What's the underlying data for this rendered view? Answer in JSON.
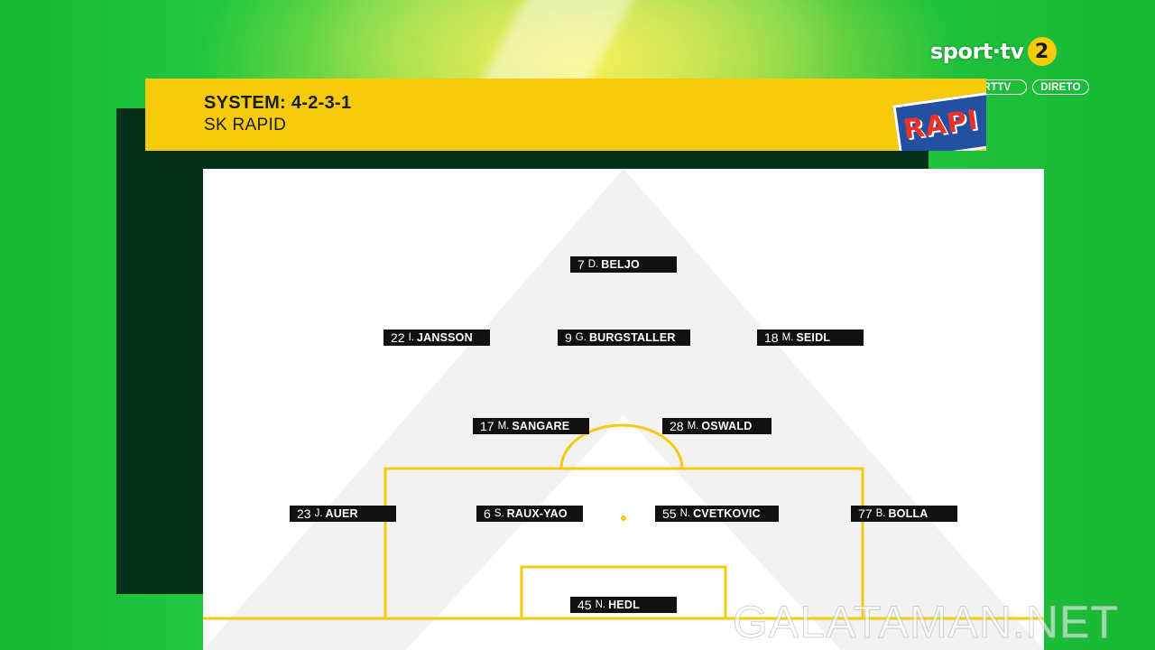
{
  "header": {
    "system": "SYSTEM: 4-2-3-1",
    "team": "SK RAPID",
    "crest_text": "RAPI"
  },
  "broadcaster": {
    "logo_text": "sport·tv",
    "logo_number": "2",
    "hashtag": "#EUROPAnaSPORTTV",
    "live_label": "DIRETO"
  },
  "colors": {
    "accent_yellow": "#f6cb0c",
    "label_black": "#111111",
    "background_green": "#1ec23a"
  },
  "players": [
    {
      "number": "7",
      "initial": "D.",
      "surname": "BELJO"
    },
    {
      "number": "22",
      "initial": "I.",
      "surname": "JANSSON"
    },
    {
      "number": "9",
      "initial": "G.",
      "surname": "BURGSTALLER"
    },
    {
      "number": "18",
      "initial": "M.",
      "surname": "SEIDL"
    },
    {
      "number": "17",
      "initial": "M.",
      "surname": "SANGARE"
    },
    {
      "number": "28",
      "initial": "M.",
      "surname": "OSWALD"
    },
    {
      "number": "23",
      "initial": "J.",
      "surname": "AUER"
    },
    {
      "number": "6",
      "initial": "S.",
      "surname": "RAUX-YAO"
    },
    {
      "number": "55",
      "initial": "N.",
      "surname": "CVETKOVIC"
    },
    {
      "number": "77",
      "initial": "B.",
      "surname": "BOLLA"
    },
    {
      "number": "45",
      "initial": "N.",
      "surname": "HEDL"
    }
  ],
  "watermark": "GALATAMAN.NET"
}
